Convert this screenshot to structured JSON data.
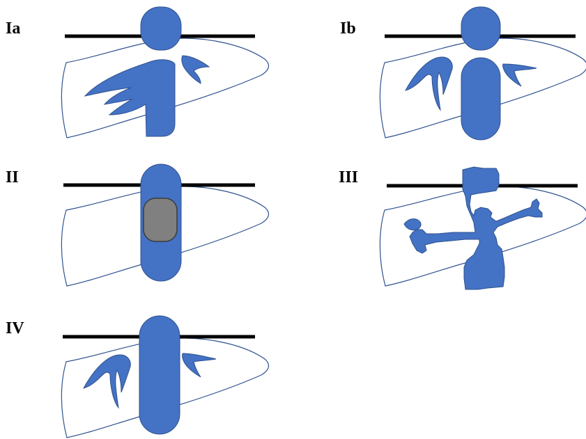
{
  "panels": [
    {
      "label": "Ia"
    },
    {
      "label": "Ib"
    },
    {
      "label": "II"
    },
    {
      "label": "III"
    },
    {
      "label": "IV"
    }
  ],
  "colors": {
    "vessel_fill": "#4472C4",
    "vessel_stroke": "#2F528F",
    "mass_fill": "#808080",
    "mass_stroke": "#3A3A3A",
    "liver_outline": "#2F528F",
    "diaphragm_line": "#000000",
    "background": "#FFFFFF"
  }
}
